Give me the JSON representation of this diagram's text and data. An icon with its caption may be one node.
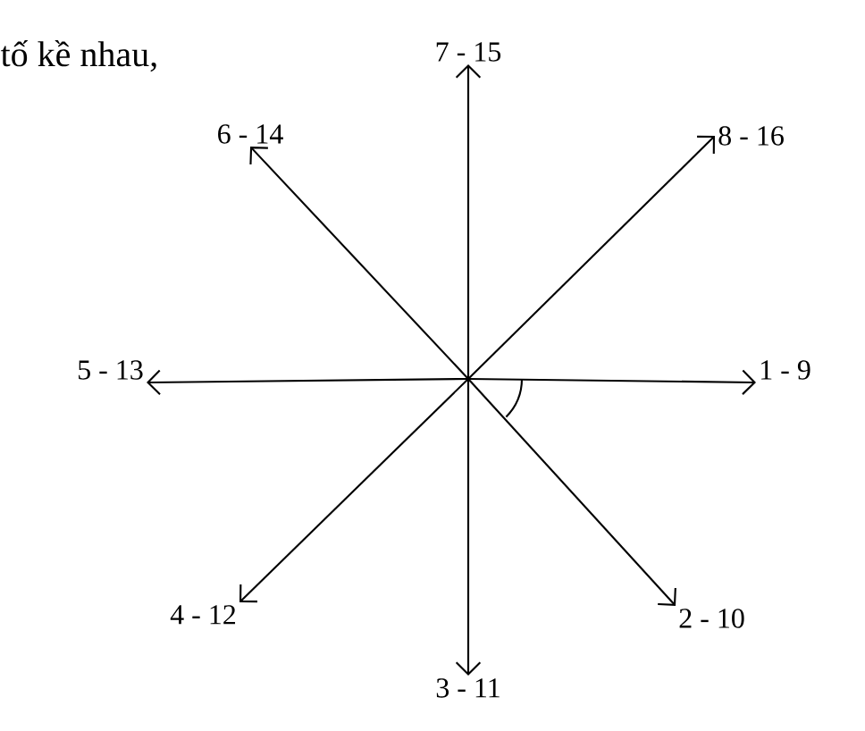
{
  "diagram": {
    "nodes": [
      {
        "text": [
          "7 - 15"
        ]
      },
      {
        "text": [
          "6 - 14"
        ]
      },
      {
        "text": [
          "8 - 16"
        ]
      },
      {
        "text": [
          "5 - 13"
        ]
      },
      {
        "text": [
          "1 - 9"
        ]
      },
      {
        "text": [
          "4 - 12"
        ]
      },
      {
        "text": [
          "2 - 10"
        ]
      },
      {
        "text": [
          "3 - 11"
        ]
      }
    ],
    "edges": [
      {
        "from": null,
        "to": 0,
        "arrow": "to"
      },
      {
        "from": null,
        "to": 1,
        "arrow": "to"
      },
      {
        "from": null,
        "to": 2,
        "arrow": "to"
      },
      {
        "from": null,
        "to": 3,
        "arrow": "to"
      },
      {
        "from": null,
        "to": 4,
        "arrow": "to"
      },
      {
        "from": null,
        "to": 5,
        "arrow": "to"
      },
      {
        "from": null,
        "to": 6,
        "arrow": "to"
      },
      {
        "from": null,
        "to": 7,
        "arrow": "to"
      }
    ],
    "labels": [
      "tố kề nhau,"
    ]
  }
}
